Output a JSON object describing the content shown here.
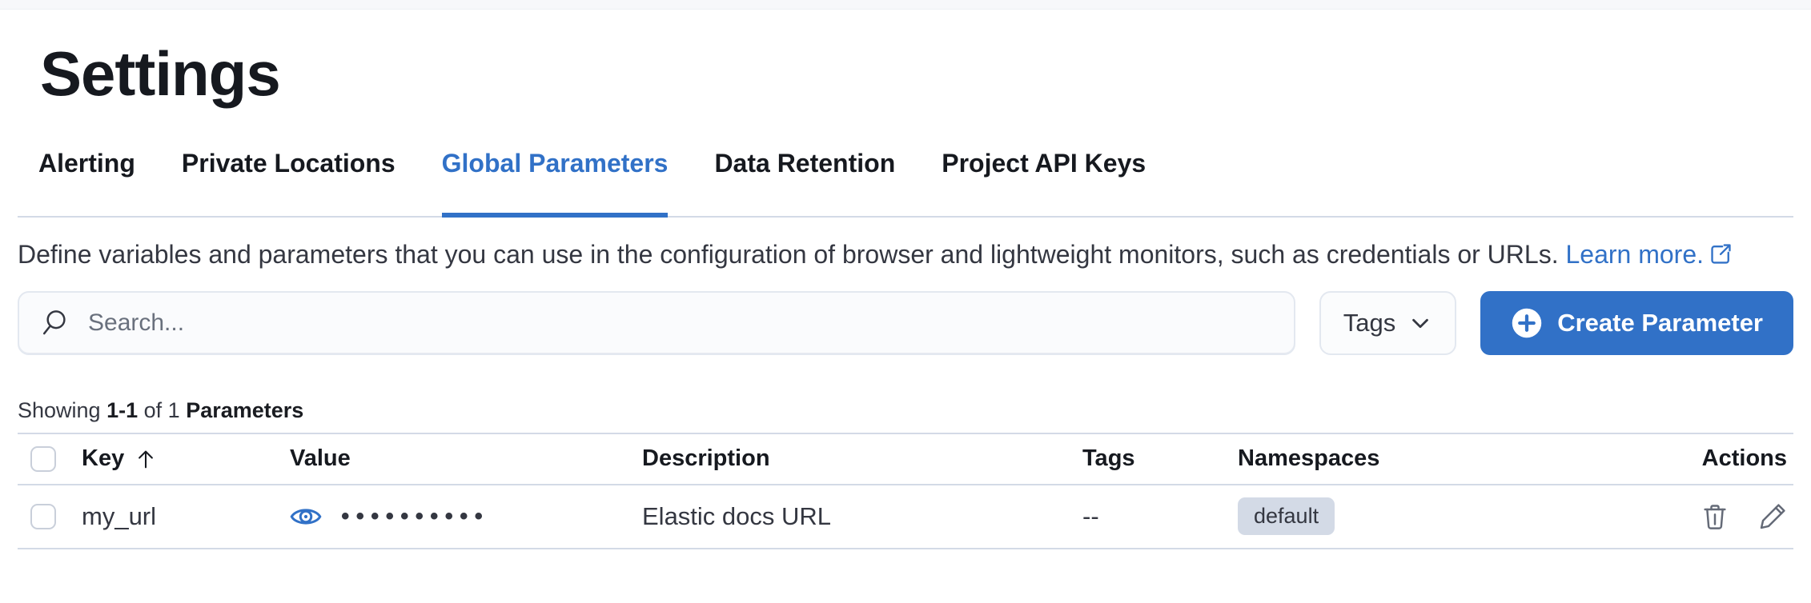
{
  "page": {
    "title": "Settings"
  },
  "tabs": [
    {
      "label": "Alerting",
      "active": false
    },
    {
      "label": "Private Locations",
      "active": false
    },
    {
      "label": "Global Parameters",
      "active": true
    },
    {
      "label": "Data Retention",
      "active": false
    },
    {
      "label": "Project API Keys",
      "active": false
    }
  ],
  "description": {
    "text": "Define variables and parameters that you can use in the configuration of browser and lightweight monitors, such as credentials or URLs.",
    "link_label": "Learn more.",
    "link_icon": "external-link-icon"
  },
  "toolbar": {
    "search_placeholder": "Search...",
    "search_icon": "search-icon",
    "tags_label": "Tags",
    "tags_icon": "chevron-down-icon",
    "create_label": "Create Parameter",
    "create_icon": "plus-in-circle-icon"
  },
  "summary": {
    "showing": "Showing",
    "range": "1-1",
    "of": "of 1",
    "entity": "Parameters"
  },
  "table": {
    "columns": {
      "key": "Key",
      "value": "Value",
      "description": "Description",
      "tags": "Tags",
      "namespaces": "Namespaces",
      "actions": "Actions"
    },
    "sort": {
      "column": "Key",
      "direction": "ascending"
    },
    "rows": [
      {
        "key": "my_url",
        "value_masked": "••••••••••",
        "value_icon": "eye-icon",
        "description": "Elastic docs URL",
        "tags": "--",
        "namespaces": [
          "default"
        ],
        "actions": [
          "delete",
          "edit"
        ]
      }
    ]
  },
  "colors": {
    "accent": "#3171C7",
    "border": "#D3DAE6",
    "badge_bg": "#D3DAE6",
    "ink": "#16191F",
    "body_text": "#343741",
    "subdued": "#69707D",
    "icon_gray": "#646A77"
  }
}
